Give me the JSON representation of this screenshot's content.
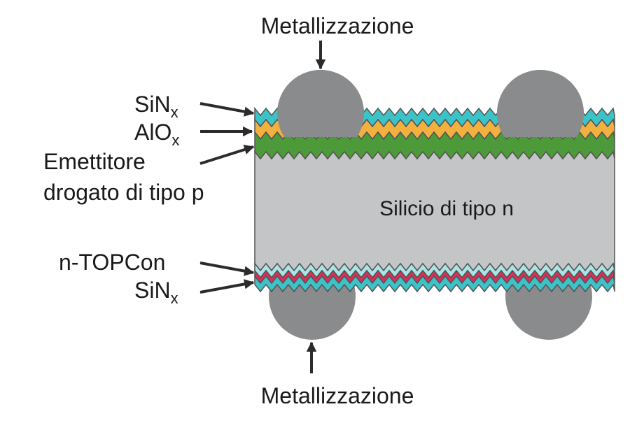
{
  "labels": {
    "metallization_top": "Metallizzazione",
    "metallization_bottom": "Metallizzazione",
    "sinx_top_main": "SiN",
    "sinx_top_sub": "x",
    "alox_main": "AlO",
    "alox_sub": "x",
    "emitter_line1": "Emettitore",
    "emitter_line2": "drogato di tipo p",
    "silicon": "Silicio di tipo n",
    "ntopcon": "n-TOPCon",
    "sinx_bottom_main": "SiN",
    "sinx_bottom_sub": "x"
  },
  "colors": {
    "silicon": "#c4c5c7",
    "metal": "#8a8b8d",
    "sinx_top": "#3cc3c8",
    "alox": "#f2b13f",
    "emitter": "#4d9a3a",
    "ntopcon_light": "#a8e6e4",
    "ntopcon_red": "#d92f5a",
    "sinx_bottom": "#3cc3c8",
    "outline": "#555555",
    "arrow": "#2b2b2b"
  }
}
